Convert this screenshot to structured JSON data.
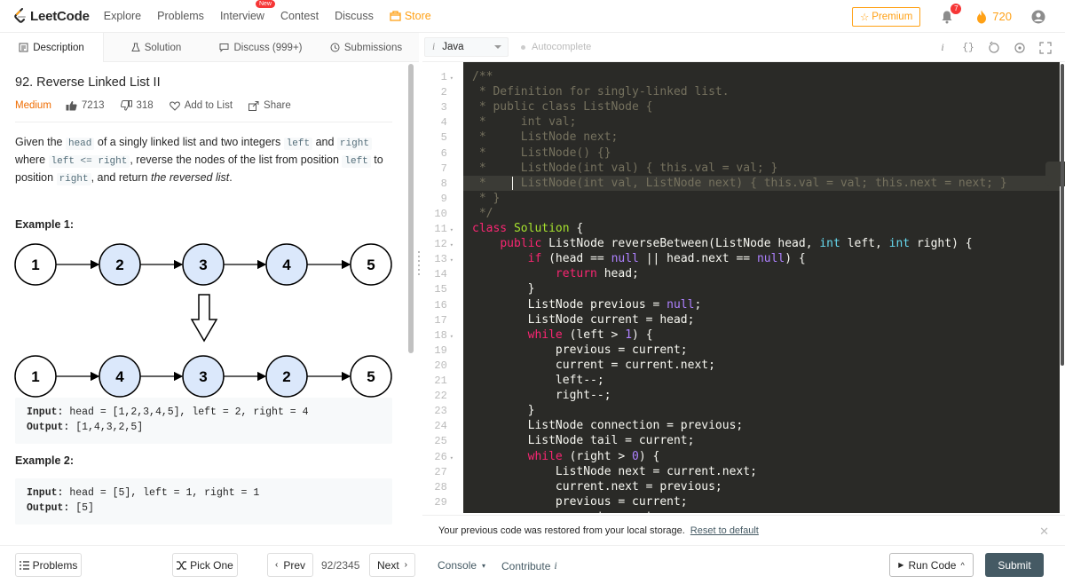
{
  "nav": {
    "logo_text": "LeetCode",
    "links": [
      {
        "label": "Explore"
      },
      {
        "label": "Problems"
      },
      {
        "label": "Interview",
        "badge": "New"
      },
      {
        "label": "Contest"
      },
      {
        "label": "Discuss"
      },
      {
        "label": "Store"
      }
    ],
    "premium_label": "Premium",
    "notification_count": "7",
    "streak": "720",
    "accent_color": "#ffa116"
  },
  "tabs": [
    {
      "label": "Description",
      "icon": "description-icon",
      "active": true
    },
    {
      "label": "Solution",
      "icon": "flask-icon"
    },
    {
      "label": "Discuss (999+)",
      "icon": "chat-icon"
    },
    {
      "label": "Submissions",
      "icon": "clock-icon"
    }
  ],
  "problem": {
    "title": "92. Reverse Linked List II",
    "difficulty": "Medium",
    "likes": "7213",
    "dislikes": "318",
    "add_to_list": "Add to List",
    "share": "Share",
    "desc_1": "Given the ",
    "code_head": "head",
    "desc_2": " of a singly linked list and two integers ",
    "code_left": "left",
    "desc_3": " and ",
    "code_right": "right",
    "desc_4": " where ",
    "code_cond": "left <= right",
    "desc_5": ", reverse the nodes of the list from position ",
    "code_left2": "left",
    "desc_6": " to position ",
    "code_right2": "right",
    "desc_7": ", and return ",
    "desc_em": "the reversed list",
    "desc_8": "."
  },
  "example1": {
    "title": "Example 1:",
    "before": [
      "1",
      "2",
      "3",
      "4",
      "5"
    ],
    "after": [
      "1",
      "4",
      "3",
      "2",
      "5"
    ],
    "input_label": "Input:",
    "input": " head = [1,2,3,4,5], left = 2, right = 4",
    "output_label": "Output:",
    "output": " [1,4,3,2,5]"
  },
  "example2": {
    "title": "Example 2:",
    "input_label": "Input:",
    "input": " head = [5], left = 1, right = 1",
    "output_label": "Output:",
    "output": " [5]"
  },
  "toolbar": {
    "language": "Java",
    "autocomplete": "Autocomplete"
  },
  "code": {
    "lines": [
      "/**",
      " * Definition for singly-linked list.",
      " * public class ListNode {",
      " *     int val;",
      " *     ListNode next;",
      " *     ListNode() {}",
      " *     ListNode(int val) { this.val = val; }",
      " *     ListNode(int val, ListNode next) { this.val = val; this.next = next; }",
      " * }",
      " */",
      "class Solution {",
      "    public ListNode reverseBetween(ListNode head, int left, int right) {",
      "        if (head == null || head.next == null) {",
      "            return head;",
      "        }",
      "        ListNode previous = null;",
      "        ListNode current = head;",
      "        while (left > 1) {",
      "            previous = current;",
      "            current = current.next;",
      "            left--;",
      "            right--;",
      "        }",
      "        ListNode connection = previous;",
      "        ListNode tail = current;",
      "        while (right > 0) {",
      "            ListNode next = current.next;",
      "            current.next = previous;",
      "            previous = current;",
      "            current = next;"
    ],
    "fold_lines": [
      1,
      11,
      12,
      13,
      18,
      26
    ]
  },
  "notice": {
    "text": "Your previous code was restored from your local storage.",
    "link": "Reset to default"
  },
  "bottom": {
    "problems": "Problems",
    "pick_one": "Pick One",
    "prev": "Prev",
    "page": "92/2345",
    "next": "Next",
    "console": "Console",
    "contribute": "Contribute",
    "run_code": "Run Code",
    "submit": "Submit"
  }
}
